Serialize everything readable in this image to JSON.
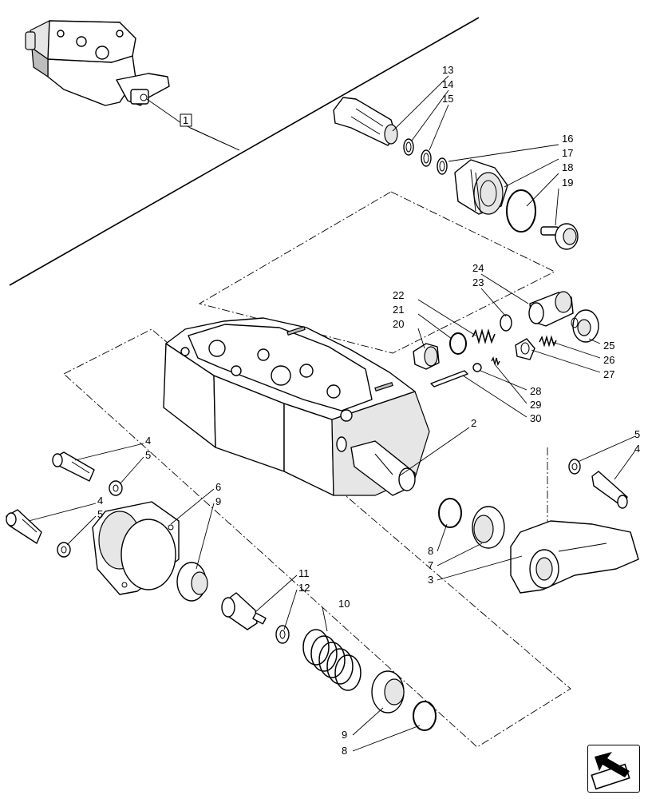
{
  "diagram": {
    "callout_box_label": "1",
    "callouts": [
      {
        "id": "c2",
        "text": "2"
      },
      {
        "id": "c3",
        "text": "3"
      },
      {
        "id": "c4a",
        "text": "4"
      },
      {
        "id": "c4b",
        "text": "4"
      },
      {
        "id": "c4c",
        "text": "4"
      },
      {
        "id": "c5a",
        "text": "5"
      },
      {
        "id": "c5b",
        "text": "5"
      },
      {
        "id": "c5c",
        "text": "5"
      },
      {
        "id": "c6",
        "text": "6"
      },
      {
        "id": "c7",
        "text": "7"
      },
      {
        "id": "c8a",
        "text": "8"
      },
      {
        "id": "c8b",
        "text": "8"
      },
      {
        "id": "c9a",
        "text": "9"
      },
      {
        "id": "c9b",
        "text": "9"
      },
      {
        "id": "c10",
        "text": "10"
      },
      {
        "id": "c11",
        "text": "11"
      },
      {
        "id": "c12",
        "text": "12"
      },
      {
        "id": "c13",
        "text": "13"
      },
      {
        "id": "c14",
        "text": "14"
      },
      {
        "id": "c15",
        "text": "15"
      },
      {
        "id": "c16",
        "text": "16"
      },
      {
        "id": "c17",
        "text": "17"
      },
      {
        "id": "c18",
        "text": "18"
      },
      {
        "id": "c19",
        "text": "19"
      },
      {
        "id": "c20",
        "text": "20"
      },
      {
        "id": "c21",
        "text": "21"
      },
      {
        "id": "c22",
        "text": "22"
      },
      {
        "id": "c23",
        "text": "23"
      },
      {
        "id": "c24",
        "text": "24"
      },
      {
        "id": "c25",
        "text": "25"
      },
      {
        "id": "c26",
        "text": "26"
      },
      {
        "id": "c27",
        "text": "27"
      },
      {
        "id": "c28",
        "text": "28"
      },
      {
        "id": "c29",
        "text": "29"
      },
      {
        "id": "c30",
        "text": "30"
      }
    ]
  },
  "navigation": {
    "icon": "page-back-arrow-icon"
  }
}
